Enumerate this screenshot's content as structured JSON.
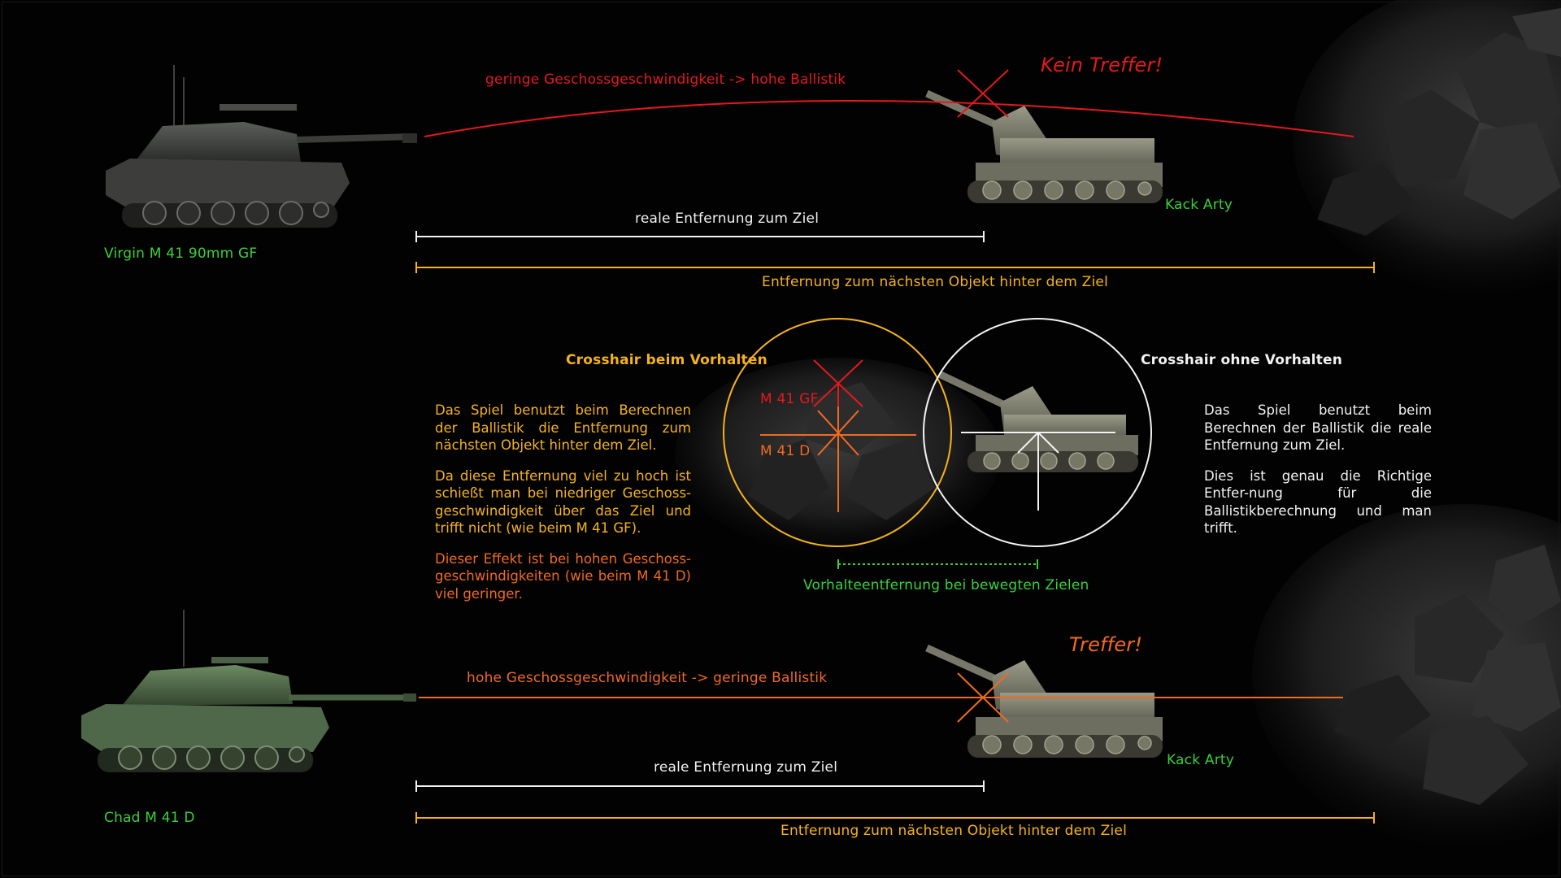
{
  "top": {
    "shooter_name": "Virgin M 41 90mm GF",
    "target_name": "Kack Arty",
    "trajectory_label": "geringe Geschossgeschwindigkeit -> hohe Ballistik",
    "result_label": "Kein Treffer!",
    "real_distance_label": "reale Entfernung zum Ziel",
    "behind_distance_label": "Entfernung zum nächsten Objekt hinter dem Ziel"
  },
  "middle": {
    "left_heading": "Crosshair beim Vorhalten",
    "right_heading": "Crosshair ohne Vorhalten",
    "marker_gf": "M 41 GF",
    "marker_d": "M 41 D",
    "lead_label": "Vorhalteentfernung bei bewegten Zielen",
    "left_text": [
      "Das Spiel benutzt beim Berechnen der Ballistik die Entfernung zum nächsten Objekt hinter dem Ziel.",
      "Da diese Entfernung viel zu hoch ist schießt man bei niedriger Geschoss-geschwindigkeit über das Ziel und trifft nicht (wie beim M 41 GF).",
      "Dieser Effekt ist bei hohen Geschoss-geschwindigkeiten (wie beim M 41 D) viel geringer."
    ],
    "right_text": [
      "Das Spiel benutzt beim Berechnen der Ballistik die reale Entfernung zum Ziel.",
      "Dies ist genau die Richtige Entfer-nung für die Ballistikberechnung und man trifft."
    ]
  },
  "bottom": {
    "shooter_name": "Chad M 41 D",
    "target_name": "Kack Arty",
    "trajectory_label": "hohe Geschossgeschwindigkeit -> geringe Ballistik",
    "result_label": "Treffer!",
    "real_distance_label": "reale Entfernung zum Ziel",
    "behind_distance_label": "Entfernung zum nächsten Objekt hinter dem Ziel"
  },
  "colors": {
    "background": "#020202",
    "green": "#39d13a",
    "yellow": "#f5b31b",
    "red": "#e3191d",
    "orange": "#f06a22",
    "white": "#f2f2f2"
  }
}
